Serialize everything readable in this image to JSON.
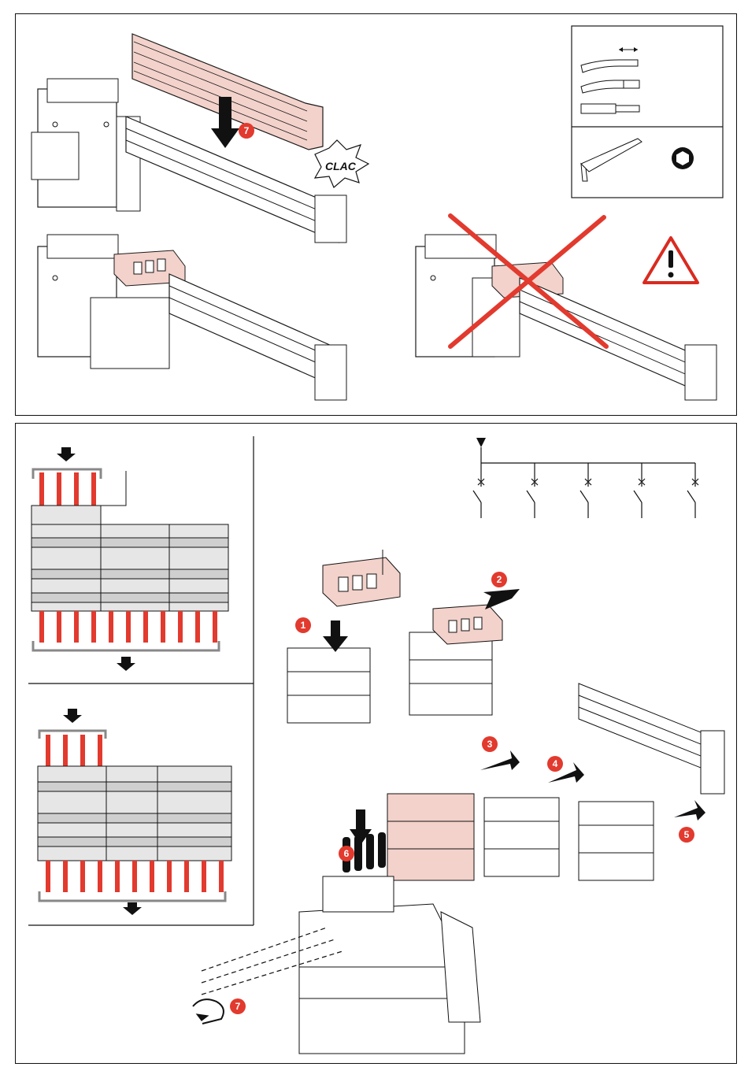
{
  "colors": {
    "accent_red": "#e23a2e",
    "accessory_pink": "#f3d2cb",
    "outline": "#1a1a1a",
    "warning_red": "#d92b20"
  },
  "top_panel": {
    "clac_label": "CLAC",
    "step_badge": "7",
    "tools": [
      "wire-strip-icon",
      "ferrule-icon",
      "pin-terminal-icon",
      "hex-key-icon",
      "hex-socket-icon"
    ],
    "warning_icon": "warning-triangle-icon"
  },
  "bottom_panel": {
    "steps": [
      "1",
      "2",
      "3",
      "4",
      "5",
      "6",
      "7"
    ]
  }
}
